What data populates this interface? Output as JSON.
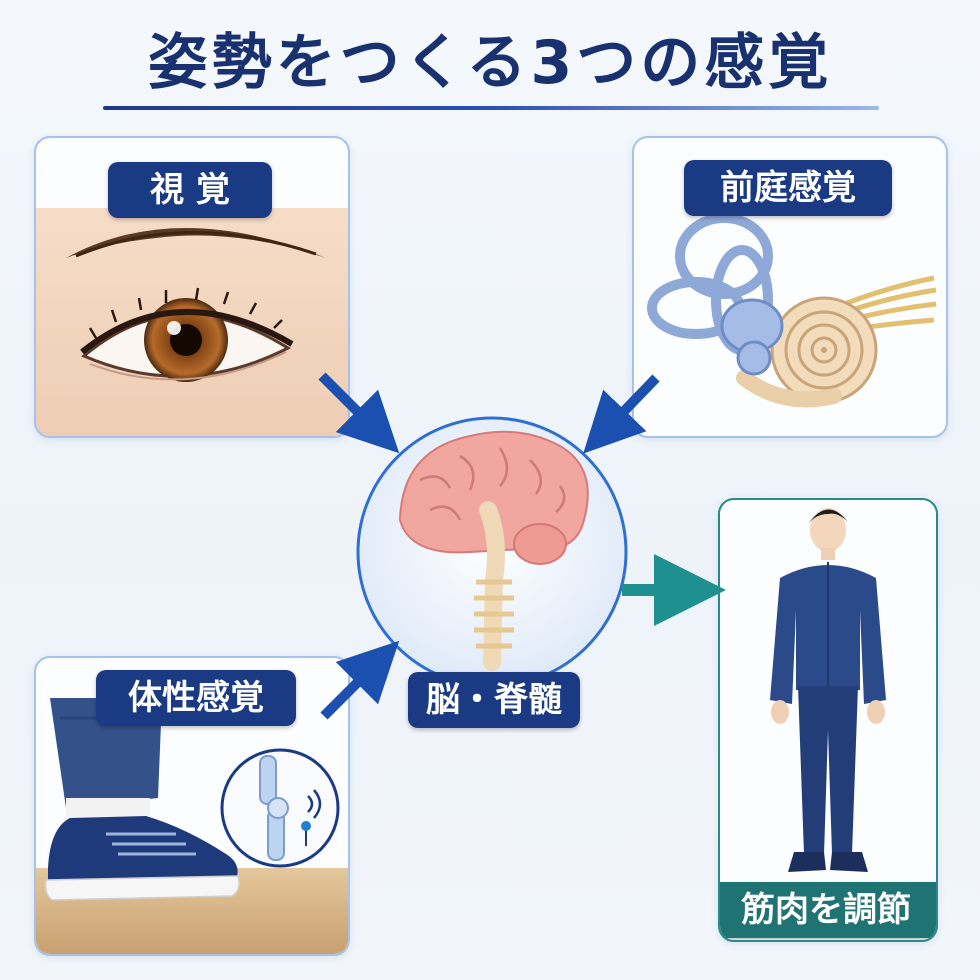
{
  "title": "姿勢をつくる3つの感覚",
  "panels": {
    "vision": {
      "label": "視 覚"
    },
    "vestibular": {
      "label": "前庭感覚"
    },
    "somatosensory": {
      "label": "体性感覚"
    },
    "brain": {
      "label": "脳・脊髄"
    },
    "muscle": {
      "label": "筋肉を調節"
    }
  },
  "colors": {
    "navy": "#1b3a84",
    "teal": "#1f7473",
    "arrow_blue": "#1b4fb0",
    "arrow_teal": "#1f9090"
  }
}
